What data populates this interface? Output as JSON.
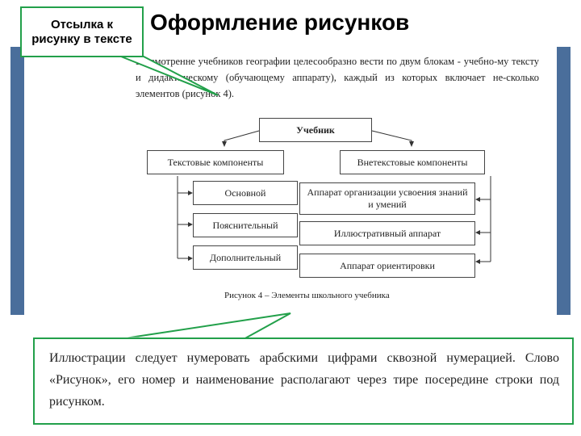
{
  "slide": {
    "title": "Оформление рисунков"
  },
  "callout": {
    "text": "Отсылка к рисунку в тексте"
  },
  "document": {
    "paragraph": "Рассмотренне учебников географии целесообразно вести по двум блокам - учебно-му тексту и дидактическому (обучающему аппарату), каждый из которых включает не-сколько элементов (рисунок 4).",
    "diagram": {
      "root": "Учебник",
      "left_header": "Текстовые компоненты",
      "right_header": "Внетекстовые компоненты",
      "left_items": [
        "Основной",
        "Пояснительный",
        "Дополнительный"
      ],
      "right_items": [
        "Аппарат организации усвоения знаний и умений",
        "Иллюстративный аппарат",
        "Аппарат ориентировки"
      ]
    },
    "caption": "Рисунок 4 – Элементы школьного учебника"
  },
  "note": {
    "text": "Иллюстрации следует нумеровать арабскими цифрами сквозной нумерацией. Слово «Рисунок», его номер и наименование располагают через тире посередине строки под рисунком."
  },
  "colors": {
    "callout_border": "#22a04a",
    "doc_background": "#4a6e9b"
  }
}
